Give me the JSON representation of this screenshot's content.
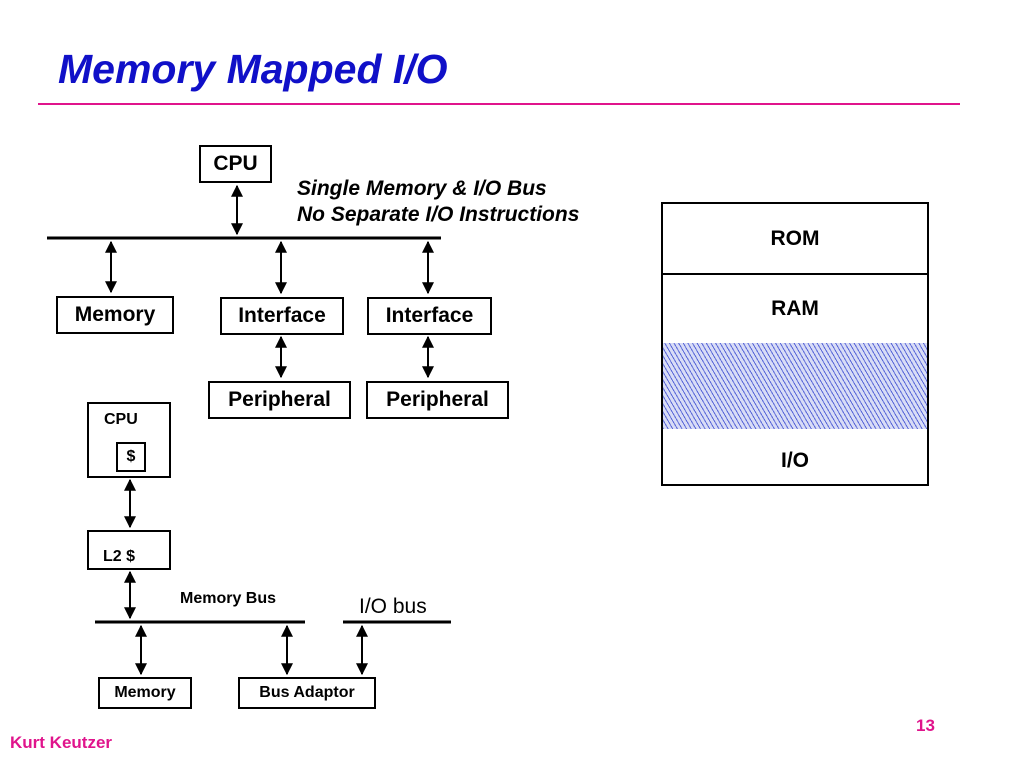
{
  "title": "Memory Mapped I/O",
  "note": {
    "line1": "Single Memory & I/O Bus",
    "line2": "No Separate I/O Instructions"
  },
  "top_diagram": {
    "cpu": "CPU",
    "memory": "Memory",
    "interface_1": "Interface",
    "interface_2": "Interface",
    "peripheral_1": "Peripheral",
    "peripheral_2": "Peripheral"
  },
  "bottom_diagram": {
    "cpu": "CPU",
    "cache": "$",
    "l2_cache": "L2 $",
    "memory_bus_label": "Memory Bus",
    "io_bus_label": "I/O bus",
    "memory": "Memory",
    "bus_adaptor": "Bus Adaptor"
  },
  "memory_map": {
    "regions": [
      "ROM",
      "RAM",
      "",
      "I/O"
    ],
    "hatch_color": "#5a68d8"
  },
  "footer": {
    "author": "Kurt Keutzer",
    "page_number": "13"
  },
  "colors": {
    "title": "#1010c8",
    "accent": "#e0148c"
  }
}
